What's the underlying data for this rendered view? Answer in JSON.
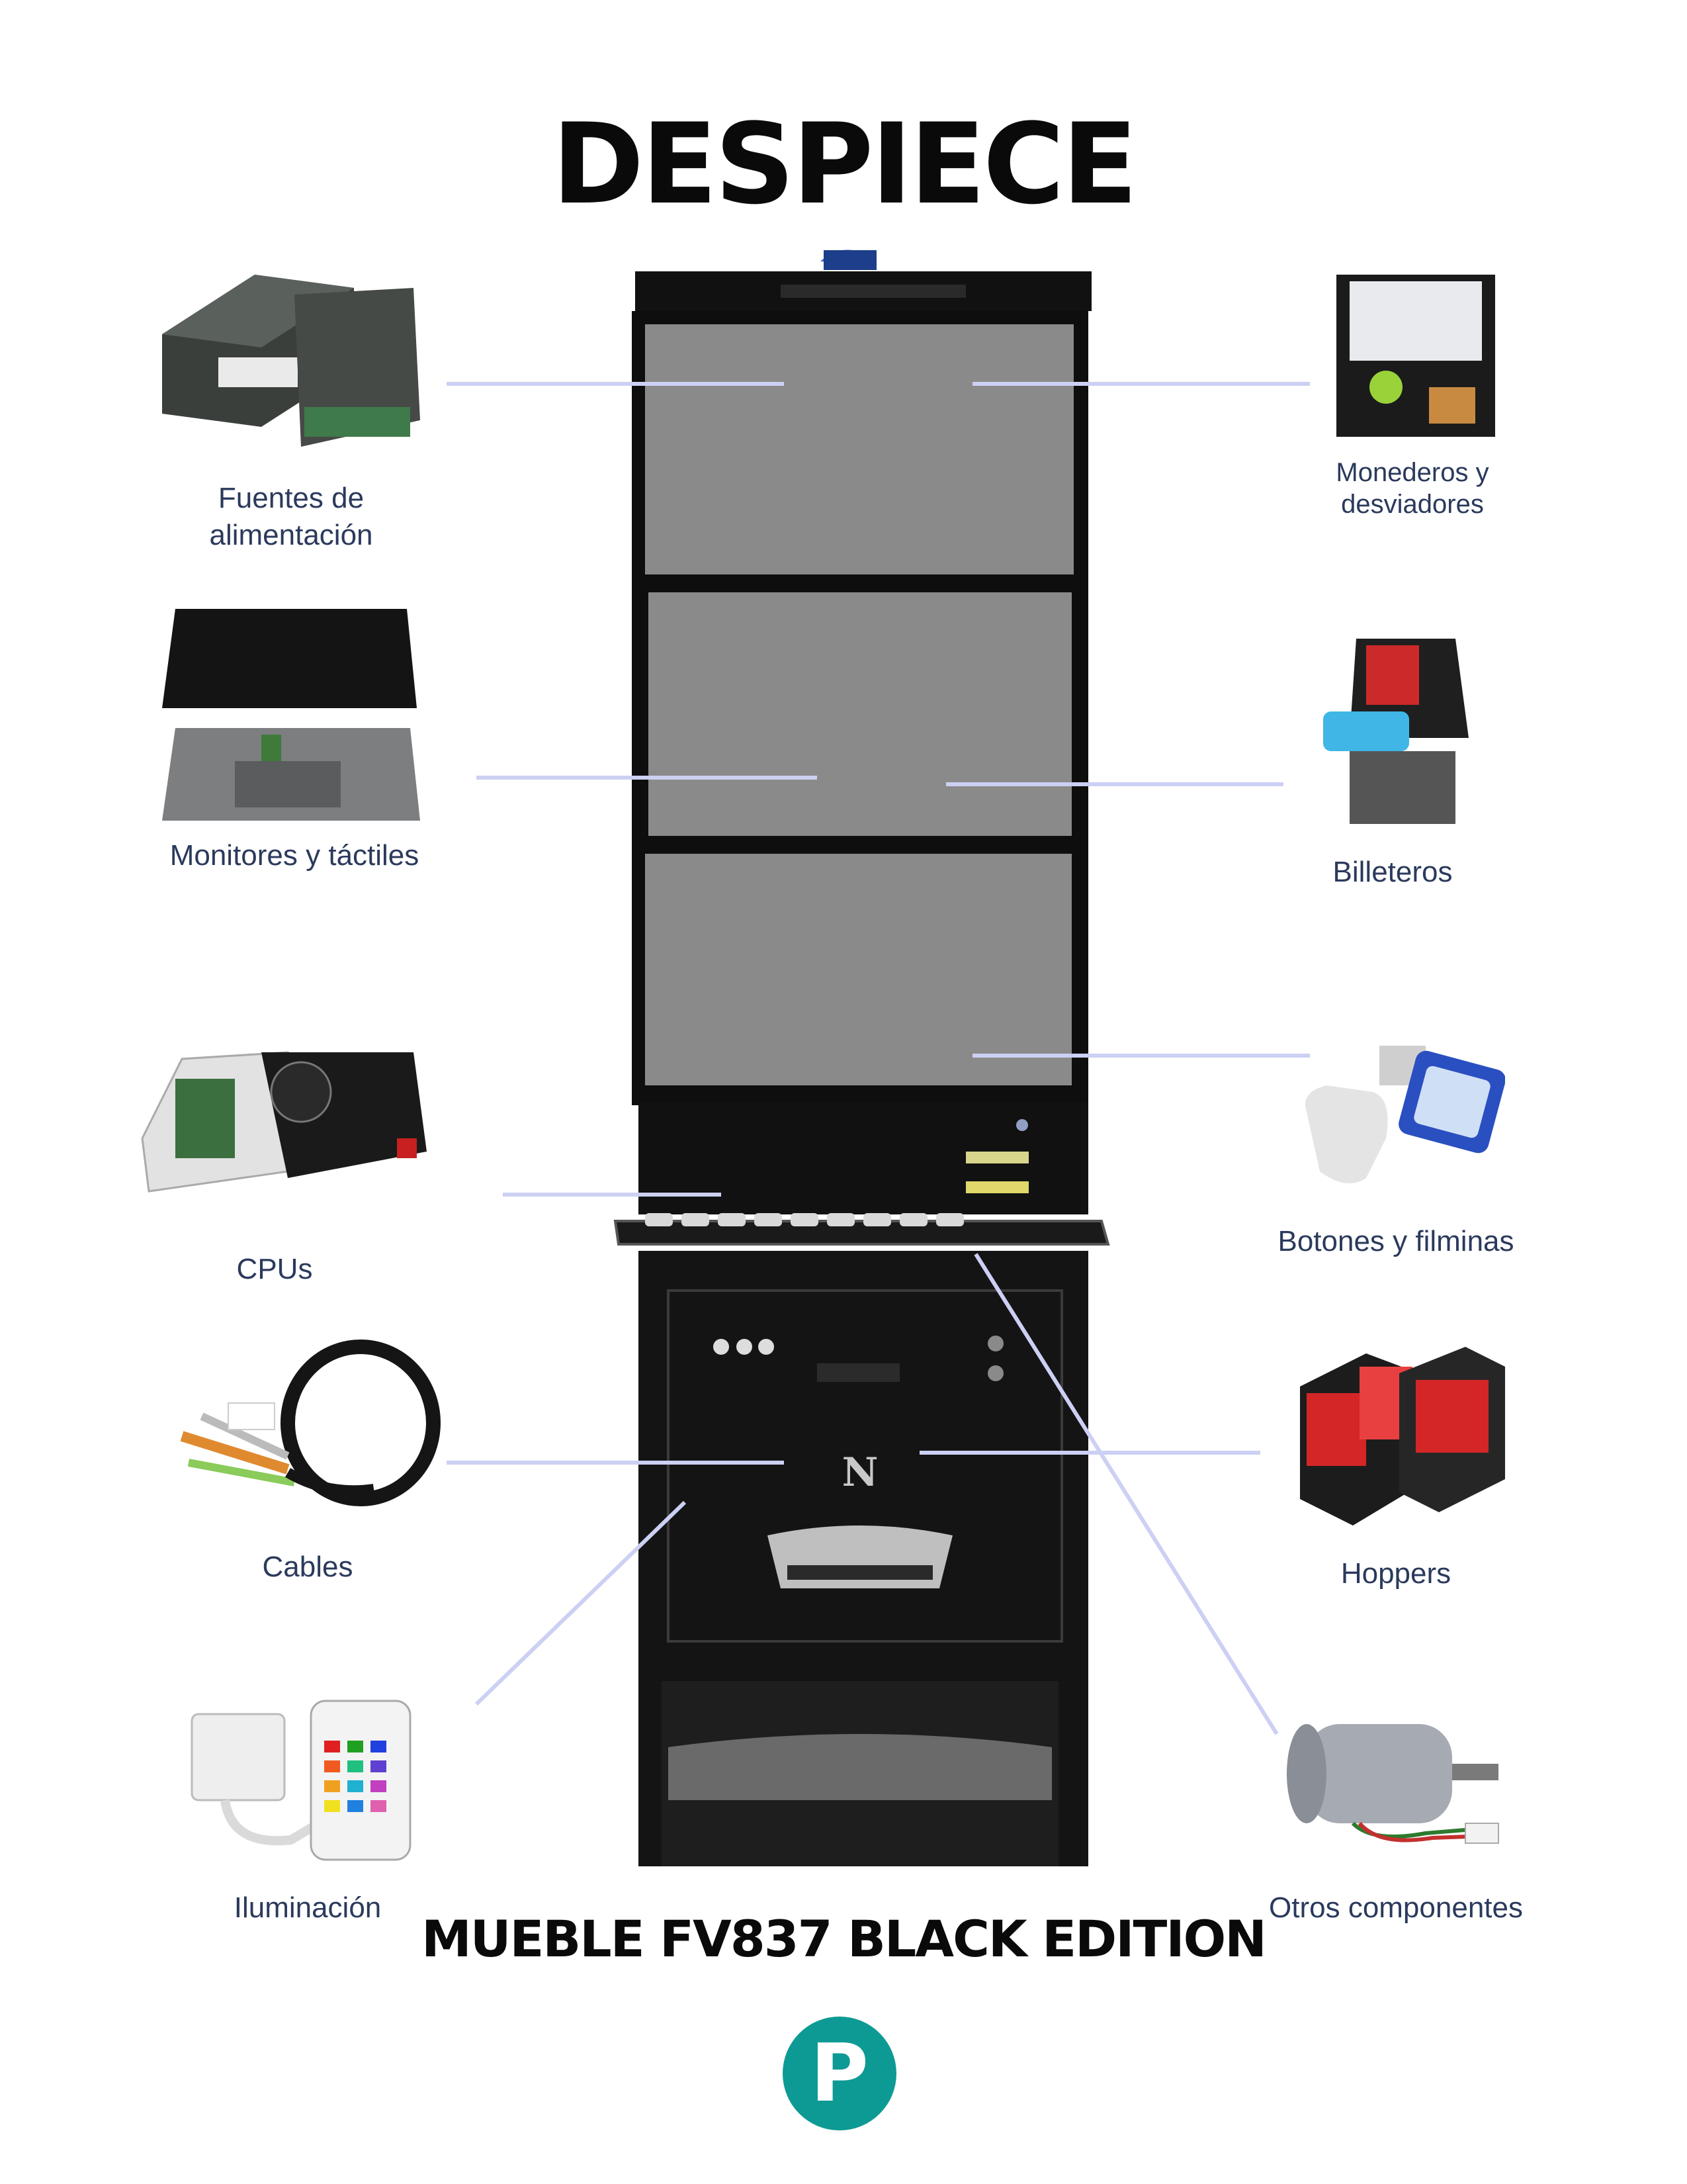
{
  "title": "DESPIECE",
  "subtitle": "MUEBLE FV837 BLACK EDITION",
  "logo": {
    "letter": "P",
    "color": "#0d9a94"
  },
  "colors": {
    "leader_line": "#ccd0f3",
    "label_text": "#2b3a5c",
    "screen_gray": "#8a8a8a",
    "cabinet": "#141414"
  },
  "components": {
    "power_supplies": {
      "label_line1": "Fuentes de",
      "label_line2": "alimentación",
      "icon": "power-supply-icon"
    },
    "monitors": {
      "label": "Monitores y táctiles",
      "icon": "monitor-icon"
    },
    "cpus": {
      "label": "CPUs",
      "icon": "cpu-icon"
    },
    "cables": {
      "label": "Cables",
      "icon": "cable-icon"
    },
    "lighting": {
      "label": "Iluminación",
      "icon": "led-remote-icon"
    },
    "coin_acceptors": {
      "label_line1": "Monederos y",
      "label_line2": "desviadores",
      "icon": "coin-acceptor-icon"
    },
    "bill_validators": {
      "label": "Billeteros",
      "icon": "bill-validator-icon"
    },
    "buttons": {
      "label": "Botones y filminas",
      "icon": "button-icon"
    },
    "hoppers": {
      "label": "Hoppers",
      "icon": "hopper-icon"
    },
    "other": {
      "label": "Otros componentes",
      "icon": "motor-icon"
    }
  }
}
